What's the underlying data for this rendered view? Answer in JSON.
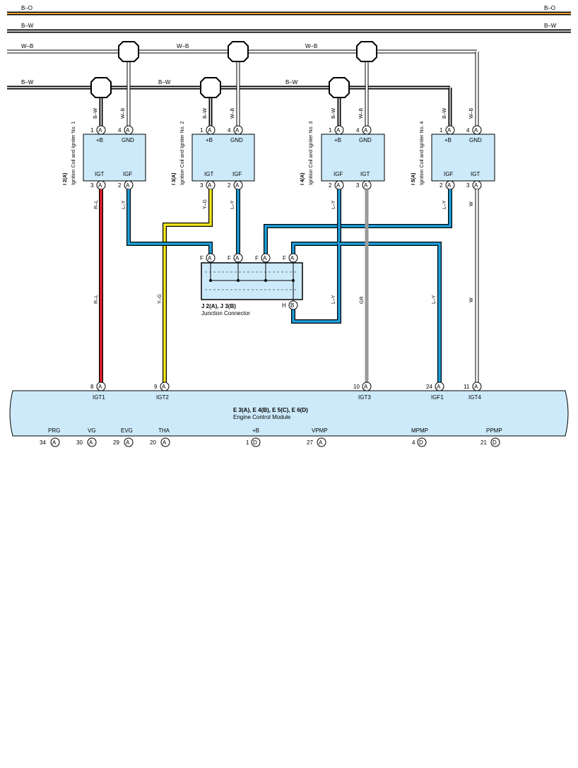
{
  "buses": [
    {
      "left_label": "B–O",
      "right_label": "B–O"
    },
    {
      "left_label": "B–W",
      "right_label": "B–W"
    },
    {
      "left_label": "W–B",
      "mid_labels": [
        "W–B",
        "W–B"
      ]
    },
    {
      "left_label": "B–W",
      "mid_labels": [
        "B–W",
        "B–W"
      ]
    }
  ],
  "coils": [
    {
      "code": "I 2(A)",
      "name": "Ignition Coil and Igniter No. 1",
      "top": [
        {
          "num": "1",
          "conn": "A",
          "sig": "+B",
          "wire": "B–W"
        },
        {
          "num": "4",
          "conn": "A",
          "sig": "GND",
          "wire": "W–B"
        }
      ],
      "bottom": [
        {
          "num": "3",
          "conn": "A",
          "sig": "IGT",
          "wire": "R–L"
        },
        {
          "num": "2",
          "conn": "A",
          "sig": "IGF",
          "wire": "L–Y"
        }
      ]
    },
    {
      "code": "I 3(A)",
      "name": "Ignition Coil and Igniter No. 2",
      "top": [
        {
          "num": "1",
          "conn": "A",
          "sig": "+B",
          "wire": "B–W"
        },
        {
          "num": "4",
          "conn": "A",
          "sig": "GND",
          "wire": "W–B"
        }
      ],
      "bottom": [
        {
          "num": "3",
          "conn": "A",
          "sig": "IGT",
          "wire": "Y–G"
        },
        {
          "num": "2",
          "conn": "A",
          "sig": "IGF",
          "wire": "L–Y"
        }
      ]
    },
    {
      "code": "I 4(A)",
      "name": "Ignition Coil and Igniter No. 3",
      "top": [
        {
          "num": "1",
          "conn": "A",
          "sig": "+B",
          "wire": "B–W"
        },
        {
          "num": "4",
          "conn": "A",
          "sig": "GND",
          "wire": "W–B"
        }
      ],
      "bottom": [
        {
          "num": "2",
          "conn": "A",
          "sig": "IGF",
          "wire": "L–Y"
        },
        {
          "num": "3",
          "conn": "A",
          "sig": "IGT",
          "wire": "GR"
        }
      ]
    },
    {
      "code": "I 5(A)",
      "name": "Ignition Coil and Igniter No. 4",
      "top": [
        {
          "num": "1",
          "conn": "A",
          "sig": "+B",
          "wire": "B–W"
        },
        {
          "num": "4",
          "conn": "A",
          "sig": "GND",
          "wire": "W–B"
        }
      ],
      "bottom": [
        {
          "num": "2",
          "conn": "A",
          "sig": "IGF",
          "wire": "L–Y"
        },
        {
          "num": "3",
          "conn": "A",
          "sig": "IGT",
          "wire": "W"
        }
      ]
    }
  ],
  "junction": {
    "code": "J 2(A), J 3(B)",
    "name": "Junction Connector",
    "top_pin": "F",
    "top_conn": "A",
    "bottom_pin": "H",
    "bottom_conn": "B"
  },
  "wire_labels": {
    "rl": "R–L",
    "yg": "Y–G",
    "ly": "L–Y",
    "gr": "GR",
    "w": "W"
  },
  "ecm": {
    "code": "E 3(A), E 4(B), E 5(C), E 6(D)",
    "name": "Engine Control Module",
    "top_pins": [
      {
        "num": "8",
        "conn": "A",
        "sig": "IGT1"
      },
      {
        "num": "9",
        "conn": "A",
        "sig": "IGT2"
      },
      {
        "num": "10",
        "conn": "A",
        "sig": "IGT3"
      },
      {
        "num": "24",
        "conn": "A",
        "sig": "IGF1"
      },
      {
        "num": "11",
        "conn": "A",
        "sig": "IGT4"
      }
    ],
    "bottom_pins": [
      {
        "num": "34",
        "conn": "A",
        "sig": "PRG"
      },
      {
        "num": "30",
        "conn": "A",
        "sig": "VG"
      },
      {
        "num": "29",
        "conn": "A",
        "sig": "EVG"
      },
      {
        "num": "20",
        "conn": "A",
        "sig": "THA"
      },
      {
        "num": "1",
        "conn": "D",
        "sig": "+B"
      },
      {
        "num": "27",
        "conn": "A",
        "sig": "VPMP"
      },
      {
        "num": "4",
        "conn": "D",
        "sig": "MPMP"
      },
      {
        "num": "21",
        "conn": "D",
        "sig": "PPMP"
      }
    ]
  },
  "colors": {
    "ecm_fill": "#cdeafa",
    "coil_fill": "#cdeafa",
    "red": "#e0202a",
    "yellow": "#f4ea1c",
    "blue": "#1ea0dc",
    "gray": "#9a9a9a",
    "orange": "#f0a030"
  }
}
